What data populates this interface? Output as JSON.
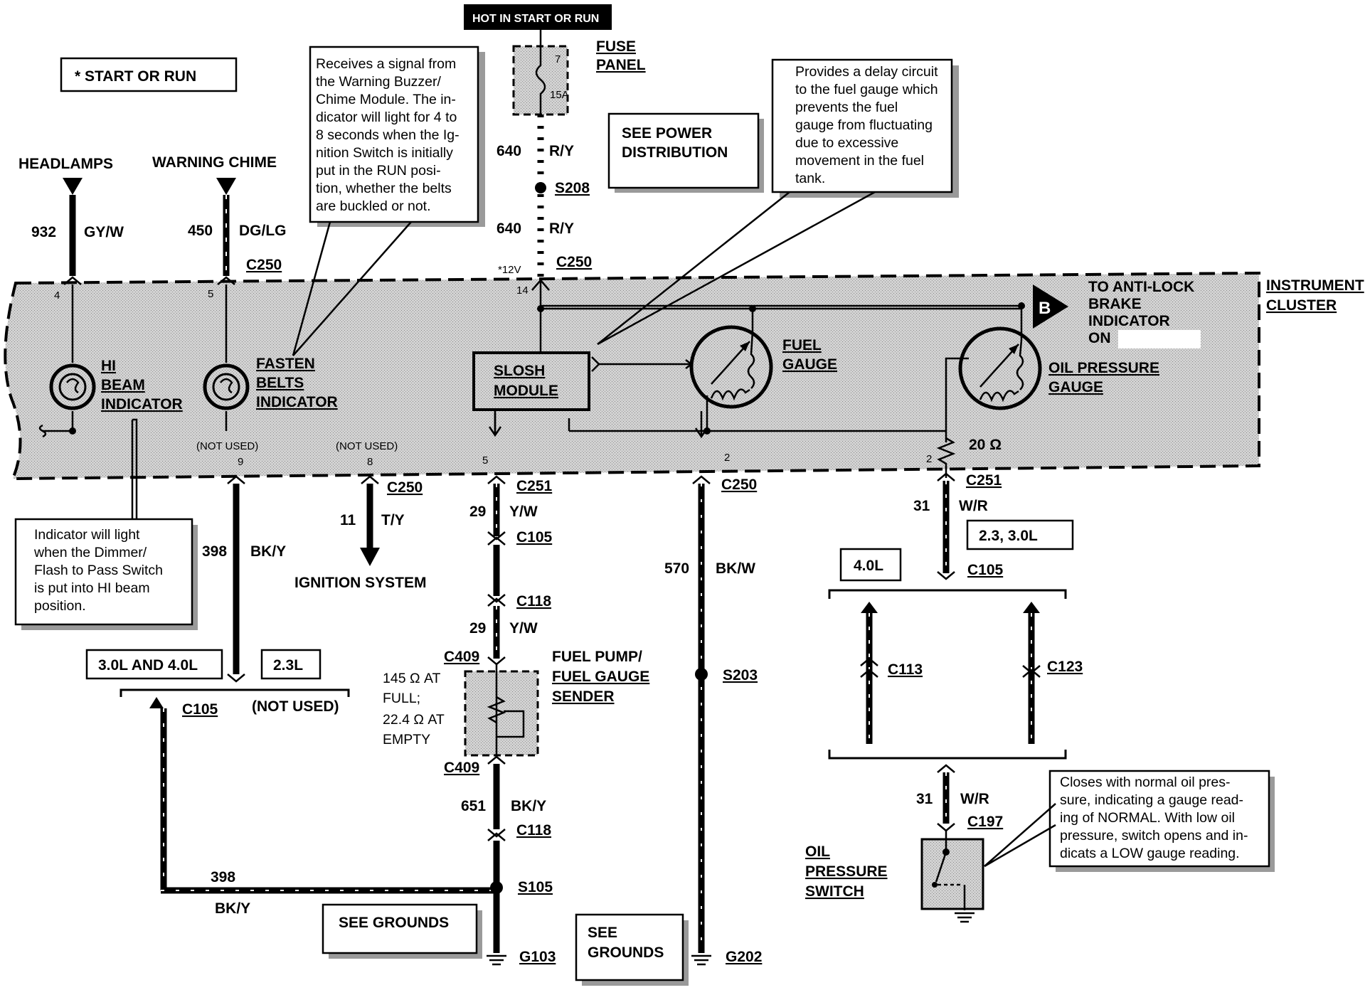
{
  "legend": {
    "start_or_run": "* START OR RUN"
  },
  "power": {
    "hot_label": "HOT IN START OR RUN",
    "fuse_num": "7",
    "fuse_amp": "15A",
    "fuse_panel_1": "FUSE",
    "fuse_panel_2": "PANEL",
    "see_power_1": "SEE POWER",
    "see_power_2": "DISTRIBUTION"
  },
  "wires": {
    "w640a_num": "640",
    "w640a_col": "R/Y",
    "s208": "S208",
    "w640b_num": "640",
    "w640b_col": "R/Y",
    "v12": "*12V",
    "c250_top": "C250",
    "pin14": "14",
    "w932_num": "932",
    "w932_col": "GY/W",
    "w450_num": "450",
    "w450_col": "DG/LG",
    "c250_left": "C250",
    "pin4": "4",
    "pin5": "5",
    "headlamps": "HEADLAMPS",
    "warning_chime": "WARNING CHIME",
    "not_used_9": "(NOT USED)",
    "pin9": "9",
    "not_used_8": "(NOT USED)",
    "pin8": "8",
    "c250_ign": "C250",
    "w11_num": "11",
    "w11_col": "T/Y",
    "ignition": "IGNITION SYSTEM",
    "w398_num": "398",
    "w398_col": "BK/Y",
    "opt_3040": "3.0L AND 4.0L",
    "opt_23": "2.3L",
    "c105_left": "C105",
    "not_used_bottom": "(NOT USED)",
    "w398b_num": "398",
    "w398b_col": "BK/Y",
    "pin5b": "5",
    "c251_mid": "C251",
    "w29a_num": "29",
    "w29a_col": "Y/W",
    "c105_mid": "C105",
    "c118_top": "C118",
    "w29b_num": "29",
    "w29b_col": "Y/W",
    "c409_top": "C409",
    "c409_bot": "C409",
    "w651_num": "651",
    "w651_col": "BK/Y",
    "c118_bot": "C118",
    "s105": "S105",
    "g103": "G103",
    "see_grounds_1": "SEE GROUNDS",
    "pin2_fuel": "2",
    "c250_fuel": "C250",
    "w570_num": "570",
    "w570_col": "BK/W",
    "s203": "S203",
    "g202": "G202",
    "see_grounds_2a": "SEE",
    "see_grounds_2b": "GROUNDS",
    "pin2_oil": "2",
    "c251_oil": "C251",
    "w31a_num": "31",
    "w31a_col": "W/R",
    "opt_2330": "2.3, 3.0L",
    "opt_40": "4.0L",
    "c105_right": "C105",
    "c113": "C113",
    "c123": "C123",
    "w31b_num": "31",
    "w31b_col": "W/R",
    "c197": "C197",
    "oil_switch_1": "OIL",
    "oil_switch_2": "PRESSURE",
    "oil_switch_3": "SWITCH"
  },
  "cluster": {
    "title_1": "INSTRUMENT",
    "title_2": "CLUSTER",
    "hi_beam_1": "HI",
    "hi_beam_2": "BEAM",
    "hi_beam_3": "INDICATOR",
    "belts_1": "FASTEN",
    "belts_2": "BELTS",
    "belts_3": "INDICATOR",
    "slosh_1": "SLOSH",
    "slosh_2": "MODULE",
    "fuel_1": "FUEL",
    "fuel_2": "GAUGE",
    "oil_1": "OIL PRESSURE",
    "oil_2": "GAUGE",
    "abs_1": "TO ANTI-LOCK",
    "abs_2": "BRAKE",
    "abs_3": "INDICATOR",
    "abs_4": "ON",
    "abs_tag": "B",
    "resistor": "20 Ω"
  },
  "sender": {
    "title_1": "FUEL PUMP/",
    "title_2": "FUEL GAUGE",
    "title_3": "SENDER",
    "spec_1": "145 Ω AT",
    "spec_2": "FULL;",
    "spec_3": "22.4 Ω AT",
    "spec_4": "EMPTY"
  },
  "notes": {
    "chime": [
      "Receives a signal from",
      "the Warning Buzzer/",
      "Chime Module. The in-",
      "dicator will light for 4 to",
      "8 seconds when the Ig-",
      "nition Switch is initially",
      "put in the RUN posi-",
      "tion, whether the belts",
      "are buckled or not."
    ],
    "slosh": [
      "Provides a delay circuit",
      "to the fuel gauge which",
      "prevents the fuel",
      "gauge from fluctuating",
      "due to excessive",
      "movement in the fuel",
      "tank."
    ],
    "hibeam": [
      "Indicator will light",
      "when the Dimmer/",
      "Flash to Pass Switch",
      "is put into HI beam",
      "position."
    ],
    "oil": [
      "Closes with normal oil pres-",
      "sure, indicating a gauge read-",
      "ing of NORMAL. With low oil",
      "pressure, switch opens and in-",
      "dicats a LOW gauge reading."
    ]
  }
}
